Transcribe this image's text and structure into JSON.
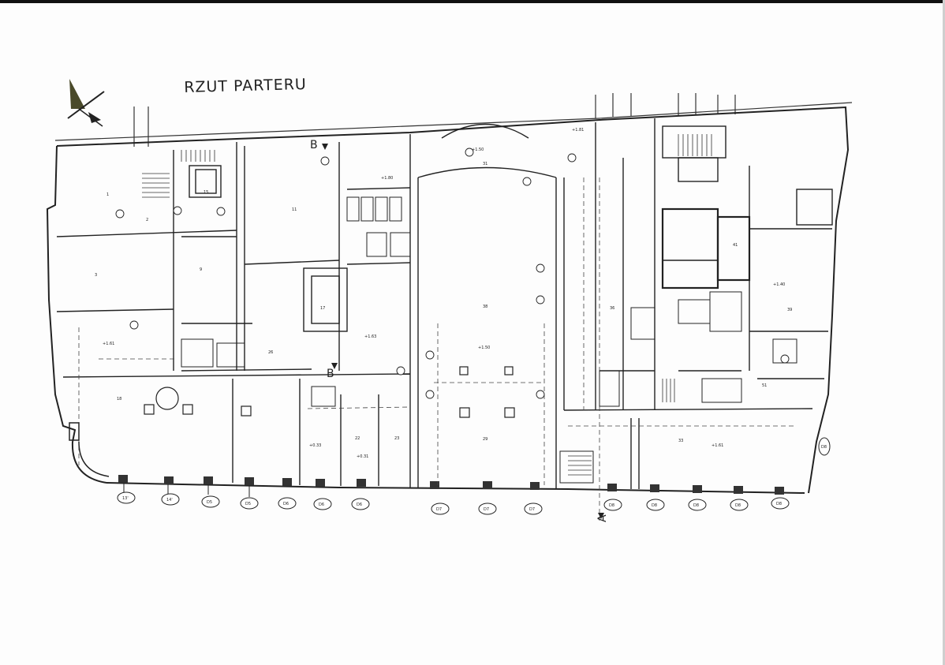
{
  "title": "RZUT PARTERU",
  "section_marks": {
    "top": "B",
    "inner": "B",
    "bottom": "A"
  },
  "axes_bottom": [
    "13'",
    "14'",
    "D5",
    "D5",
    "D6",
    "D6",
    "D6",
    "D7",
    "D7",
    "D7",
    "D8",
    "D8",
    "D8",
    "D8",
    "D8"
  ],
  "axis_right": "D8",
  "rooms": [
    {
      "id": "r1",
      "label": "1"
    },
    {
      "id": "r2",
      "label": "2"
    },
    {
      "id": "r3",
      "label": "3"
    },
    {
      "id": "r9",
      "label": "9"
    },
    {
      "id": "r11",
      "label": "11"
    },
    {
      "id": "r15",
      "label": "15"
    },
    {
      "id": "r17",
      "label": "17"
    },
    {
      "id": "r18",
      "label": "18"
    },
    {
      "id": "r26",
      "label": "26"
    },
    {
      "id": "r29",
      "label": "29"
    },
    {
      "id": "r31",
      "label": "31"
    },
    {
      "id": "r33",
      "label": "33"
    },
    {
      "id": "r36",
      "label": "36"
    },
    {
      "id": "r38",
      "label": "38"
    },
    {
      "id": "r39",
      "label": "39"
    },
    {
      "id": "r41",
      "label": "41"
    },
    {
      "id": "r51",
      "label": "51"
    },
    {
      "id": "r22",
      "label": "22"
    },
    {
      "id": "r23",
      "label": "23"
    }
  ],
  "levels": [
    {
      "id": "l1",
      "text": "+1.50"
    },
    {
      "id": "l2",
      "text": "+1.63"
    },
    {
      "id": "l3",
      "text": "+1.61"
    },
    {
      "id": "l4",
      "text": "+1.40"
    },
    {
      "id": "l5",
      "text": "+0.33"
    },
    {
      "id": "l6",
      "text": "+0.31"
    },
    {
      "id": "l7",
      "text": "+1.81"
    },
    {
      "id": "l8",
      "text": "+1.61"
    },
    {
      "id": "l9",
      "text": "+1.50"
    },
    {
      "id": "l10",
      "text": "+1.80"
    }
  ],
  "colors": {
    "ink": "#222222",
    "paper": "#fdfdfd",
    "north": "#4a4a2a"
  }
}
